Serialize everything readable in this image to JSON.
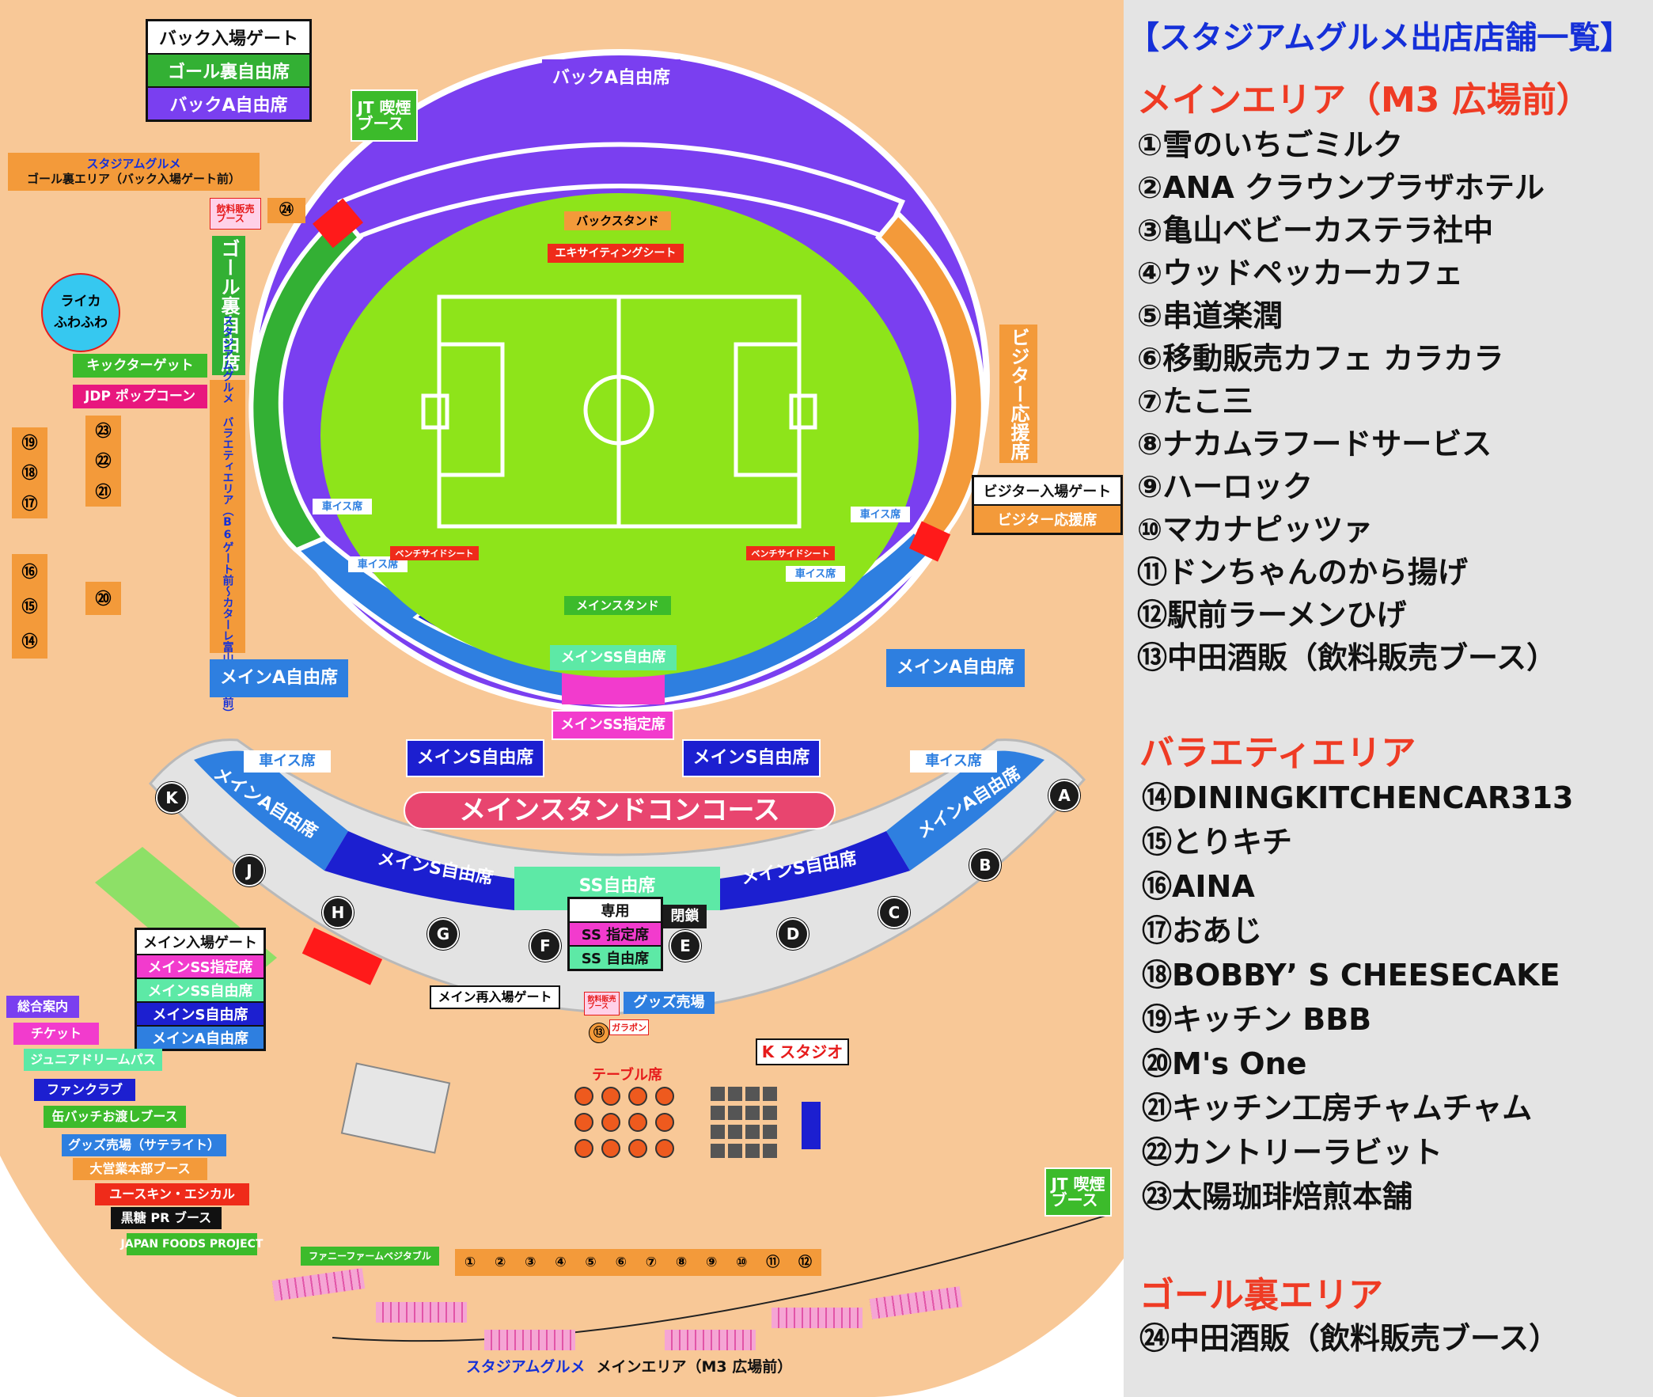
{
  "sidebar": {
    "title": "【スタジアムグルメ出店店舗一覧】",
    "main_area": {
      "heading": "メインエリア（M3 広場前）",
      "items": [
        "①雪のいちごミルク",
        "②ANA クラウンプラザホテル",
        "③亀山ベビーカステラ社中",
        "④ウッドペッカーカフェ",
        "⑤串道楽潤",
        "⑥移動販売カフェ カラカラ",
        "⑦たこ三",
        "⑧ナカムラフードサービス",
        "⑨ハーロック",
        "⑩マカナピッツァ",
        "⑪ドンちゃんのから揚げ",
        "⑫駅前ラーメンひげ",
        "⑬中田酒販（飲料販売ブース）"
      ]
    },
    "variety_area": {
      "heading": "バラエティエリア",
      "items": [
        "⑭DININGKITCHENCAR313",
        "⑮とりキチ",
        "⑯AINA",
        "⑰おあじ",
        "⑱BOBBY’ S CHEESECAKE",
        "⑲キッチン BBB",
        "⑳M's One",
        "㉑キッチン工房チャムチャム",
        "㉒カントリーラビット",
        "㉓太陽珈琲焙煎本舗"
      ]
    },
    "goal_area": {
      "heading": "ゴール裏エリア",
      "items": [
        "㉔中田酒販（飲料販売ブース）"
      ]
    }
  },
  "stadium": {
    "back_a_free": "バックA自由席",
    "goal_free": "ゴール裏自由席",
    "visitor_seat": "ビジター応援席",
    "main_a_free": "メインA自由席",
    "main_s_free": "メインS自由席",
    "main_ss_free": "メインSS自由席",
    "main_ss_reserved": "メインSS指定席",
    "back_stand": "バックスタンド",
    "exciting_seat": "エキサイティングシート",
    "main_stand": "メインスタンド",
    "bench_side_seat": "ベンチサイドシート",
    "wheelchair": "車イス席",
    "concourse": "メインスタンドコンコース",
    "ss_free": "SS自由席"
  },
  "gates": {
    "back_gate": {
      "title": "バック入場ゲート",
      "rows": [
        "ゴール裏自由席",
        "バックA自由席"
      ]
    },
    "visitor_gate": {
      "title": "ビジター入場ゲート",
      "rows": [
        "ビジター応援席"
      ]
    },
    "main_gate": {
      "title": "メイン入場ゲート",
      "rows": [
        "メインSS指定席",
        "メインSS自由席",
        "メインS自由席",
        "メインA自由席"
      ]
    },
    "reentry": "メイン再入場ゲート",
    "exclusive": "専用",
    "exclusive_rows": [
      "SS 指定席",
      "SS 自由席"
    ],
    "closed": "閉鎖",
    "letters": [
      "A",
      "B",
      "C",
      "D",
      "E",
      "F",
      "G",
      "H",
      "J",
      "K"
    ]
  },
  "facilities": {
    "jt_smoking": "JT 喫煙\nブース",
    "jt_smoking_top": "JT 喫煙\nブース",
    "gourmet_goal_title": "スタジアムグルメ",
    "gourmet_goal_sub": "ゴール裏エリア（バック入場ゲート前）",
    "drink_booth": "飲料販売\nブース",
    "raika": "ライカ\nふわふわ",
    "kicktarget": "キックターゲット",
    "jdp_popcorn": "JDP ポップコーン",
    "variety_label": "スタジアムグルメ バラエティエリア（B6ゲート前〜カターレ富山事務所前）",
    "goods": "グッズ売場",
    "gacha": "ガラポン",
    "k_studio": "K スタジオ",
    "table_seat": "テーブル席",
    "funny_farm": "ファニーファームベジタブル",
    "bottom_caption_a": "スタジアムグルメ",
    "bottom_caption_b": "メインエリア（M3 広場前）"
  },
  "left_booths": [
    "総合案内",
    "チケット",
    "ジュニアドリームパス",
    "ファンクラブ",
    "缶バッチお渡しブース",
    "グッズ売場（サテライト）",
    "大営業本部ブース",
    "ユースキン・エシカル",
    "黒糖 PR ブース",
    "JAPAN FOODS PROJECT"
  ],
  "booth_numbers": {
    "main_row": [
      "①",
      "②",
      "③",
      "④",
      "⑤",
      "⑥",
      "⑦",
      "⑧",
      "⑨",
      "⑩",
      "⑪",
      "⑫"
    ],
    "left_col_a": [
      "⑲",
      "⑱",
      "⑰"
    ],
    "left_col_b": [
      "㉓",
      "㉒",
      "㉑"
    ],
    "left_col_c": [
      "⑯",
      "⑮",
      "⑭"
    ],
    "single_20": "⑳",
    "single_24": "㉔",
    "single_13": "⑬"
  },
  "colors": {
    "background": "#f8c897",
    "pitch": "#8ee41a",
    "back_purple": "#7a3ff0",
    "goal_green": "#33b034",
    "visitor_orange": "#f39a3a",
    "main_a_blue": "#2e7fe0",
    "main_s_navy": "#1c1fd0",
    "ss_free": "#5de9a6",
    "ss_reserved": "#f23bcd",
    "concourse_pink": "#e8456f",
    "heading_red": "#ef3b24",
    "title_blue": "#1530d8"
  }
}
